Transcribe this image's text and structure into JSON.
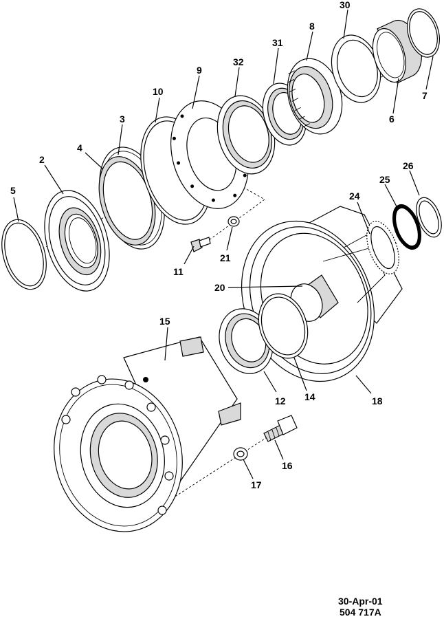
{
  "labels": {
    "p2": "2",
    "p3": "3",
    "p4": "4",
    "p5": "5",
    "p6": "6",
    "p7": "7",
    "p8": "8",
    "p9": "9",
    "p10": "10",
    "p11": "11",
    "p12": "12",
    "p14": "14",
    "p15": "15",
    "p16": "16",
    "p17": "17",
    "p18": "18",
    "p20": "20",
    "p21": "21",
    "p24": "24",
    "p25": "25",
    "p26": "26",
    "p30": "30",
    "p31": "31",
    "p32": "32"
  },
  "stamp": {
    "date": "30-Apr-01",
    "ref": "504 717A"
  },
  "colors": {
    "line": "#000000",
    "shade": "#d9d9d9",
    "shade_dark": "#bcbcbc",
    "background": "#ffffff"
  }
}
